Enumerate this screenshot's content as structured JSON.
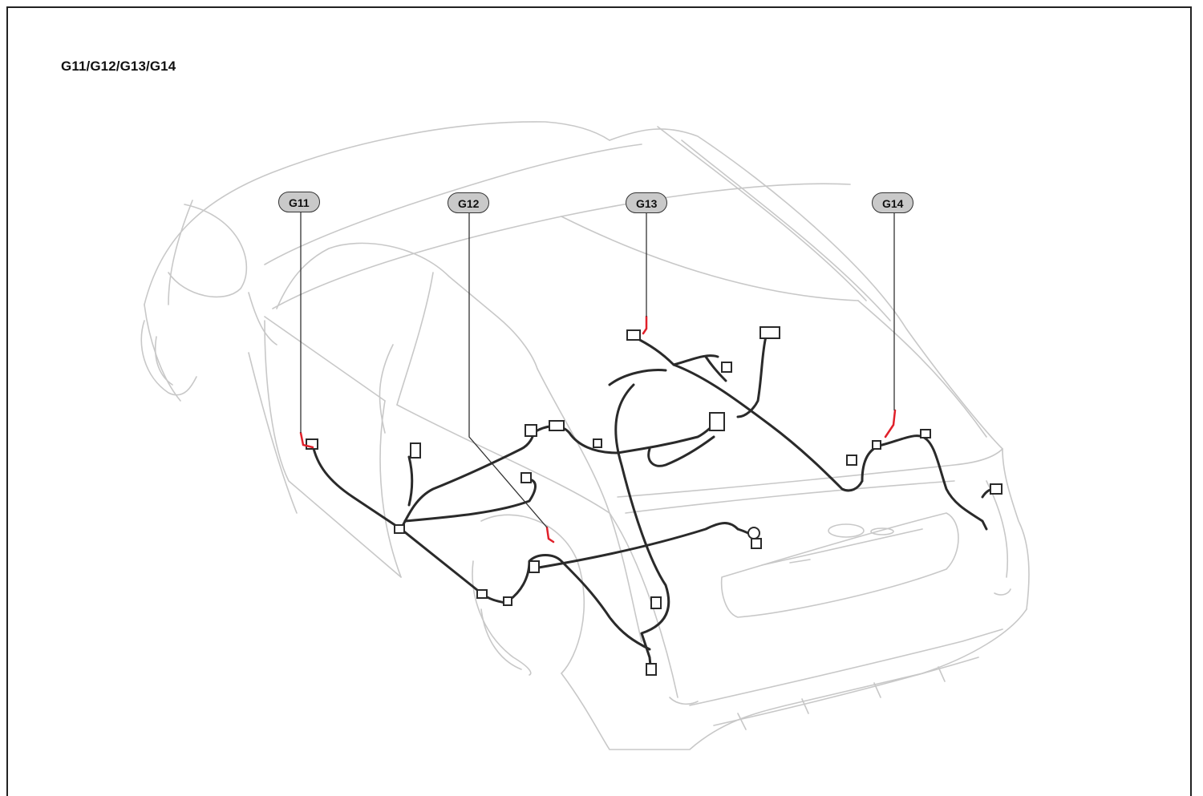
{
  "title": "G11/G12/G13/G14",
  "callouts": [
    {
      "id": "g11",
      "label": "G11"
    },
    {
      "id": "g12",
      "label": "G12"
    },
    {
      "id": "g13",
      "label": "G13"
    },
    {
      "id": "g14",
      "label": "G14"
    }
  ],
  "colors": {
    "car_outline": "#c8c8c8",
    "harness": "#2a2a2a",
    "ground_point": "#e0202a",
    "leader": "#333333",
    "callout_fill": "#c9c9c9"
  }
}
